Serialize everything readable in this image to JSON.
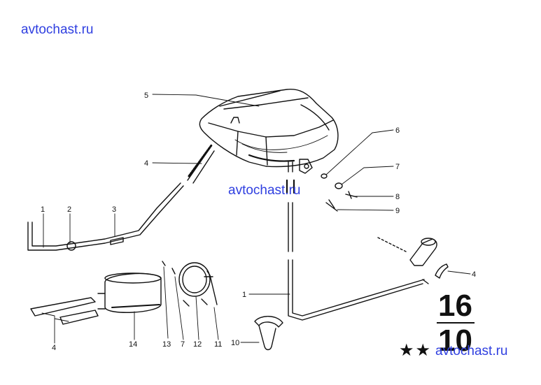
{
  "watermarks": [
    "avtochast.ru",
    "avtochast.ru",
    "avtochast.ru"
  ],
  "callouts": [
    {
      "id": "c1a",
      "label": "1"
    },
    {
      "id": "c2",
      "label": "2"
    },
    {
      "id": "c3",
      "label": "3"
    },
    {
      "id": "c4a",
      "label": "4"
    },
    {
      "id": "c5",
      "label": "5"
    },
    {
      "id": "c6",
      "label": "6"
    },
    {
      "id": "c7a",
      "label": "7"
    },
    {
      "id": "c8",
      "label": "8"
    },
    {
      "id": "c9",
      "label": "9"
    },
    {
      "id": "c4b",
      "label": "4"
    },
    {
      "id": "c1b",
      "label": "1"
    },
    {
      "id": "c4c",
      "label": "4"
    },
    {
      "id": "c14",
      "label": "14"
    },
    {
      "id": "c13",
      "label": "13"
    },
    {
      "id": "c7b",
      "label": "7"
    },
    {
      "id": "c12",
      "label": "12"
    },
    {
      "id": "c11",
      "label": "11"
    },
    {
      "id": "c10",
      "label": "10"
    }
  ],
  "group_number": {
    "top": "16",
    "bottom": "10"
  },
  "stars": "★★"
}
